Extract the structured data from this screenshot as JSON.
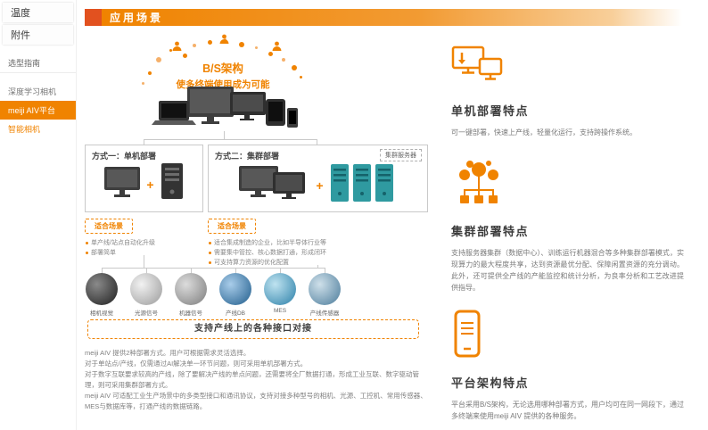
{
  "colors": {
    "accent": "#f08300",
    "accent_dark": "#e2511f",
    "server_teal": "#2f9aa0"
  },
  "sidebar": {
    "tabs": [
      {
        "label": "温度"
      },
      {
        "label": "附件"
      }
    ],
    "items": [
      {
        "label": "选型指南"
      },
      {
        "label": "深度学习相机"
      },
      {
        "label": "meiji AIV平台"
      },
      {
        "label": "智能相机"
      }
    ]
  },
  "header": {
    "title": "应用场景"
  },
  "diagram": {
    "cloud": {
      "line1": "B/S架构",
      "line2": "使多终端使用成为可能"
    },
    "plus": "+",
    "method1": {
      "title": "方式一：单机部署",
      "scene_label": "适合场景",
      "bullets": [
        {
          "text": "单产线/站点自动化升级"
        },
        {
          "text": "部署简单"
        }
      ]
    },
    "method2": {
      "title": "方式二：集群部署",
      "server_label": "集群服务器",
      "scene_label": "适合场景",
      "bullets": [
        {
          "text": "适合集成制造的企业，比如半导体行业等"
        },
        {
          "text": "需要集中管控、核心数据打通，形成闭环"
        },
        {
          "text": "可支持算力资源的优化配置"
        }
      ]
    },
    "interfaces": [
      {
        "label": "相机视觉"
      },
      {
        "label": "光源信号"
      },
      {
        "label": "机器信号"
      },
      {
        "label": "产线DB"
      },
      {
        "label": "MES"
      },
      {
        "label": "产线传感器"
      }
    ],
    "banner": "支持产线上的各种接口对接"
  },
  "paragraphs": [
    "meiji AIV 提供2种部署方式。用户可根据需求灵活选择。",
    "对于单站点/产线，仅需通过AI解决单一环节问题，则可采用单机部署方式。",
    "对于数字互联要求较高的产线，除了要解决产线的单点问题，还需要将全厂数据打通，形成工业互联、数字驱动管理，则可采用集群部署方式。",
    "meiji AIV 可适配工业生产场景中的多类型接口和通讯协议，支持对接多种型号的相机、光源、工控机、常用传感器、MES与数据库等，打通产线的数据链路。"
  ],
  "right_sections": [
    {
      "title": "单机部署特点",
      "text": "可一键部署，快速上产线，轻量化运行，支持跨操作系统。"
    },
    {
      "title": "集群部署特点",
      "text": "支持服务器集群（数据中心）、训练运行机器混合等多种集群部署模式，实现算力的最大程度共享，达到资源最优分配、保障闲置资源的充分调动。此外，还可提供全产线的产能监控和统计分析，为良率分析和工艺改进提供指导。"
    },
    {
      "title": "平台架构特点",
      "text": "平台采用B/S架构，无论选用哪种部署方式，用户均可在同一网段下，通过多终端来使用meiji AIV 提供的各种服务。"
    }
  ]
}
